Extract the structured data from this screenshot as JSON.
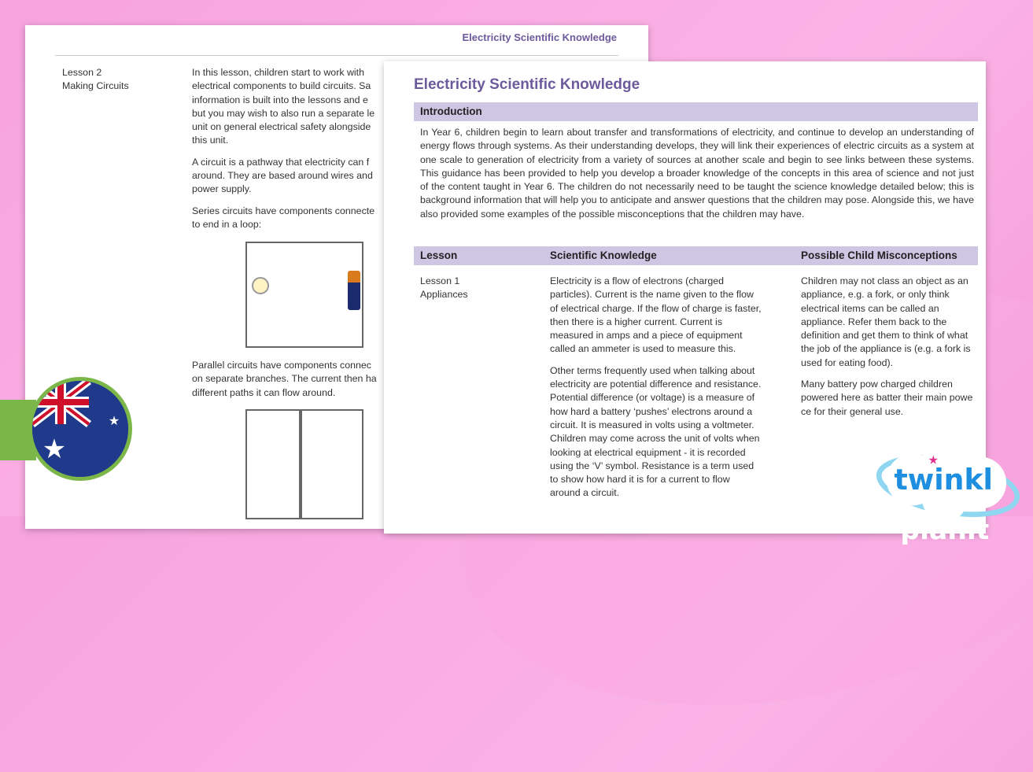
{
  "back_page": {
    "header": "Electricity Scientific Knowledge",
    "lesson": "Lesson 2",
    "lesson_title": "Making Circuits",
    "paragraphs": [
      "In this lesson, children start to work with electrical components to build circuits. Sa information is built into the lessons and e but you may wish to also run a separate le unit on general electrical safety alongside this unit.",
      "A circuit is a pathway that electricity can f around. They are based around wires and power supply.",
      "Series circuits have components connecte to end in a loop:"
    ],
    "paragraph_after": "Parallel circuits have components connec on separate branches. The current then ha different paths it can flow around."
  },
  "front_page": {
    "title": "Electricity Scientific Knowledge",
    "intro_heading": "Introduction",
    "intro_text": "In Year 6, children begin to learn about transfer and transformations of electricity, and continue to develop an understanding of energy flows through systems. As their understanding develops, they will link their experiences of electric circuits as a system at one scale to generation of electricity from a variety of sources at another scale and begin to see links between these systems. This guidance has been provided to help you develop a broader knowledge of the concepts in this area of science and not just of the content taught in Year 6. The children do not necessarily need to be taught the science knowledge detailed below; this is background information that will help you to anticipate and answer questions that the children may pose. Alongside this, we have also provided some examples of the possible misconceptions that the children may have.",
    "table_headers": [
      "Lesson",
      "Scientific Knowledge",
      "Possible Child Misconceptions"
    ],
    "row": {
      "lesson": "Lesson 1",
      "lesson_title": "Appliances",
      "knowledge": [
        "Electricity is a flow of electrons (charged particles). Current is the name given to the flow of electrical charge. If the flow of charge is faster, then there is a higher current. Current is measured in amps and a piece of equipment called an ammeter is used to measure this.",
        "Other terms frequently used when talking about electricity are potential difference and resistance. Potential difference (or voltage) is a measure of how hard a battery ‘pushes’ electrons around a circuit. It is measured in volts using a voltmeter. Children may come across the unit of volts when looking at electrical equipment - it is recorded using the ‘V’ symbol. Resistance is a term used to show how hard it is for a current to flow around a circuit."
      ],
      "misconceptions": [
        "Children may not class an object as an appliance, e.g. a fork, or only think electrical items can be called an appliance. Refer them back to the definition and get them to think of what the job of the appliance is (e.g. a fork is used for eating food).",
        "Many battery pow charged children powered here as batter their main powe ce for their general use."
      ]
    }
  },
  "logo": {
    "brand": "twinkl",
    "sub": "planit"
  },
  "colors": {
    "accent": "#6c5a9c",
    "bar": "#cfc6e4",
    "background": "#f9a9e0",
    "green": "#7ab648",
    "logo_blue": "#1e8fe0"
  }
}
